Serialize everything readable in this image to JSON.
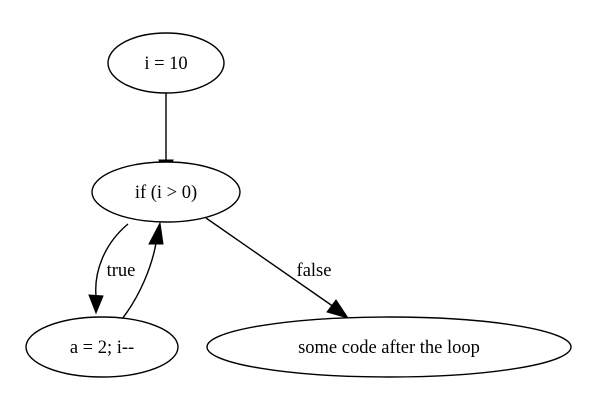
{
  "nodes": {
    "init": "i = 10",
    "cond": "if (i > 0)",
    "body": "a = 2; i--",
    "after": "some code after the loop"
  },
  "edges": {
    "true_label": "true",
    "false_label": "false"
  }
}
